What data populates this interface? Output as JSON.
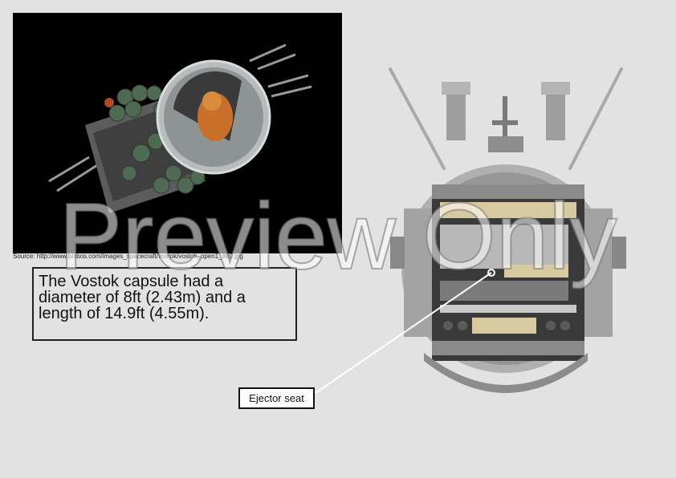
{
  "source_text": "Source: http://www.bisbos.com/images_spacecraft/vostok/vostok_open1_800.jpg",
  "caption": {
    "line1": "The Vostok capsule had a",
    "line2": "diameter of 8ft (2.43m) and a",
    "line3": "length of 14.9ft (4.55m)."
  },
  "callout_label": "Ejector seat",
  "watermark": "Preview Only"
}
